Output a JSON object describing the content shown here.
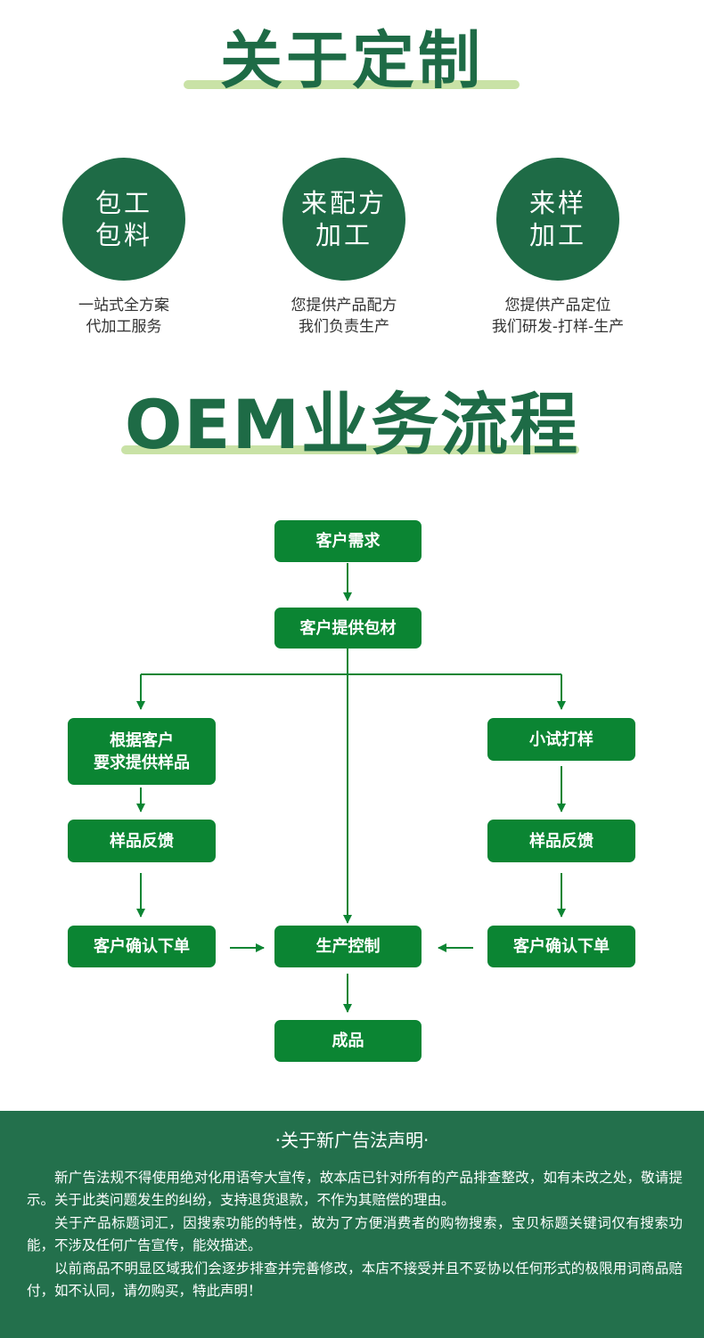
{
  "section1": {
    "title": "关于定制",
    "services": [
      {
        "lines": [
          "包工",
          "包料"
        ],
        "caption": [
          "一站式全方案",
          "代加工服务"
        ]
      },
      {
        "lines": [
          "来配方",
          "加工"
        ],
        "caption": [
          "您提供产品配方",
          "我们负责生产"
        ]
      },
      {
        "lines": [
          "来样",
          "加工"
        ],
        "caption": [
          "您提供产品定位",
          "我们研发-打样-生产"
        ]
      }
    ]
  },
  "section2": {
    "title": "OEM业务流程",
    "steps": {
      "demand": "客户需求",
      "provide_material": "客户提供包材",
      "sample_by_request": [
        "根据客户",
        "要求提供样品"
      ],
      "feedback_left": "样品反馈",
      "confirm_left": "客户确认下单",
      "trial_sample": "小试打样",
      "feedback_right": "样品反馈",
      "confirm_right": "客户确认下单",
      "production_control": "生产控制",
      "finished": "成品"
    }
  },
  "footer": {
    "title": "·关于新广告法声明·",
    "paragraphs": [
      "新广告法规不得使用绝对化用语夸大宣传，故本店已针对所有的产品排查整改，如有未改之处，敬请提示。关于此类问题发生的纠纷，支持退货退款，不作为其赔偿的理由。",
      "关于产品标题词汇，因搜索功能的特性，故为了方便消费者的购物搜索，宝贝标题关键词仅有搜索功能，不涉及任何广告宣传，能效描述。",
      "以前商品不明显区域我们会逐步排查并完善修改，本店不接受并且不妥协以任何形式的极限用词商品赔付，如不认同，请勿购买，特此声明！"
    ]
  },
  "colors": {
    "brand_dark_green": "#1e6b46",
    "flow_green": "#0b8533",
    "underline_light_green": "#c9e2a6",
    "footer_bg": "#23704c"
  }
}
